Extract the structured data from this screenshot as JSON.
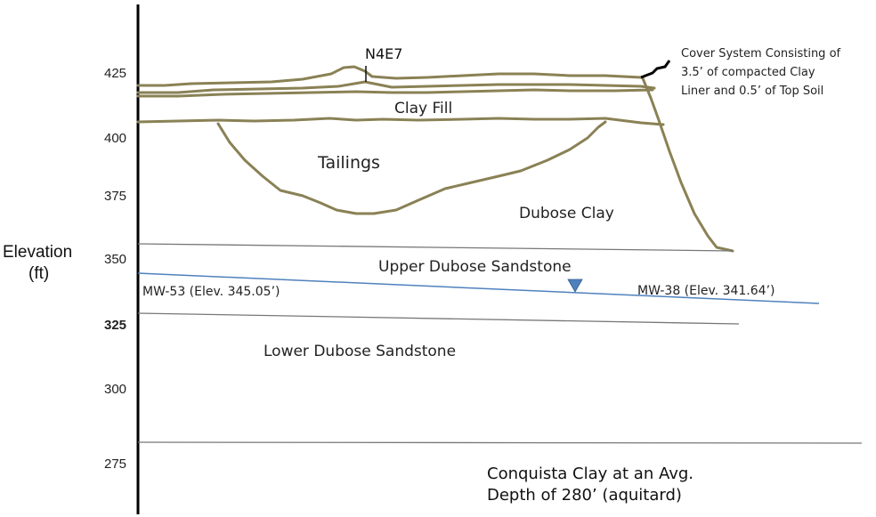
{
  "axis": {
    "label_line1": "Elevation",
    "label_line2": "(ft)",
    "ticks": [
      "425",
      "400",
      "375",
      "350",
      "325",
      "300",
      "275"
    ]
  },
  "point_label": "N4E7",
  "cover_note": {
    "line1": "Cover System Consisting of",
    "line2": "3.5’ of compacted Clay",
    "line3": "Liner and 0.5’ of Top Soil"
  },
  "layers": {
    "clay_fill": "Clay Fill",
    "tailings": "Tailings",
    "dubose_clay": "Dubose Clay",
    "upper_sandstone": "Upper Dubose Sandstone",
    "lower_sandstone": "Lower Dubose Sandstone"
  },
  "wells": {
    "left": "MW-53 (Elev. 345.05’)",
    "right": "MW-38 (Elev. 341.64’)"
  },
  "bottom_note": {
    "line1": "Conquista Clay at an Avg.",
    "line2": "Depth of 280’ (aquitard)"
  },
  "colors": {
    "tailings_lines": "#8a8155",
    "water_table": "#4f81bd",
    "boundary_lines": "#777777",
    "axis": "#000000"
  }
}
